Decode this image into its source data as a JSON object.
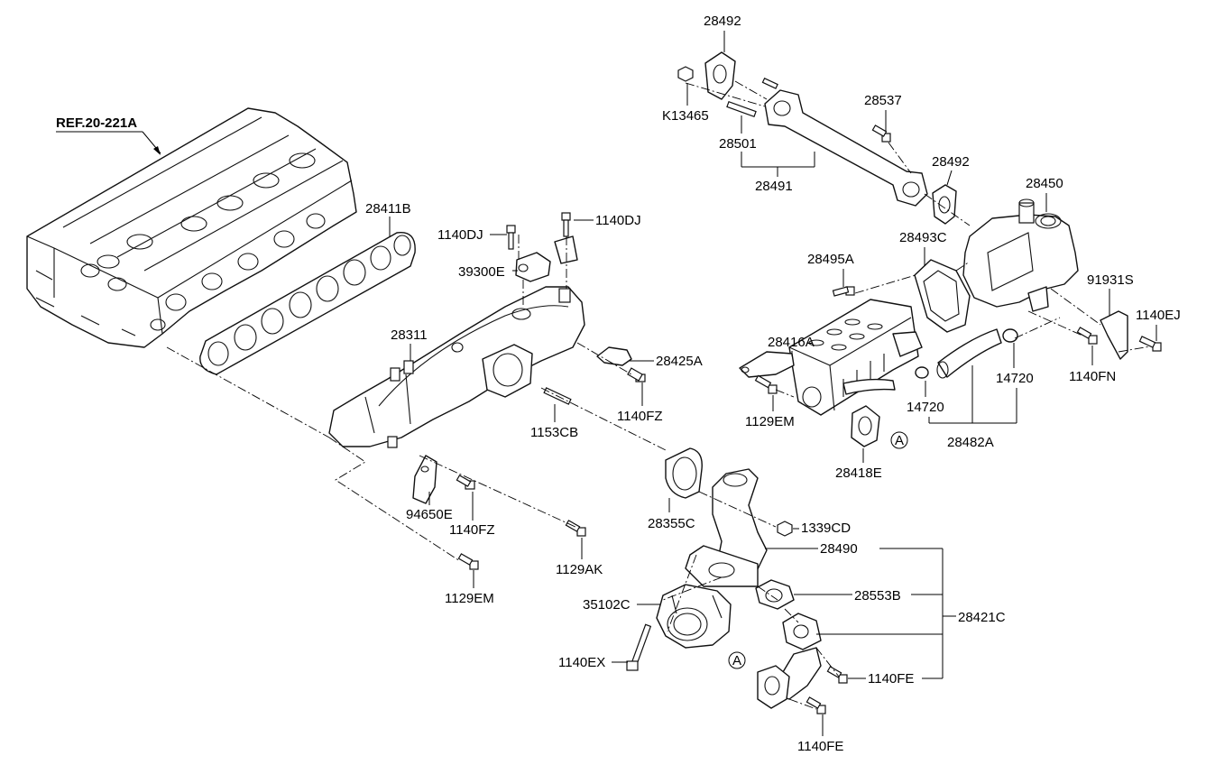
{
  "diagram": {
    "reference_label": "REF.20-221A",
    "circle_marker": "A",
    "labels": {
      "p28492_top": "28492",
      "pK13465": "K13465",
      "p28537": "28537",
      "p28501": "28501",
      "p28491": "28491",
      "p28492_mid": "28492",
      "p28450": "28450",
      "p28411B": "28411B",
      "p1140DJ_a": "1140DJ",
      "p1140DJ_b": "1140DJ",
      "p39300E": "39300E",
      "p28493C": "28493C",
      "p28495A": "28495A",
      "p91931S": "91931S",
      "p1140EJ": "1140EJ",
      "p28416A": "28416A",
      "p28311": "28311",
      "p28425A": "28425A",
      "p1140FN": "1140FN",
      "p14720_a": "14720",
      "p14720_b": "14720",
      "p1129EM_a": "1129EM",
      "p1140FZ_a": "1140FZ",
      "p1153CB": "1153CB",
      "p28482A": "28482A",
      "p28418E": "28418E",
      "p94650E": "94650E",
      "p1140FZ_b": "1140FZ",
      "p28355C": "28355C",
      "p1339CD": "1339CD",
      "p1129AK": "1129AK",
      "p28490": "28490",
      "p1129EM_b": "1129EM",
      "p35102C": "35102C",
      "p28553B": "28553B",
      "p28421C": "28421C",
      "p1140EX": "1140EX",
      "p1140FE_a": "1140FE",
      "p1140FE_b": "1140FE"
    }
  }
}
